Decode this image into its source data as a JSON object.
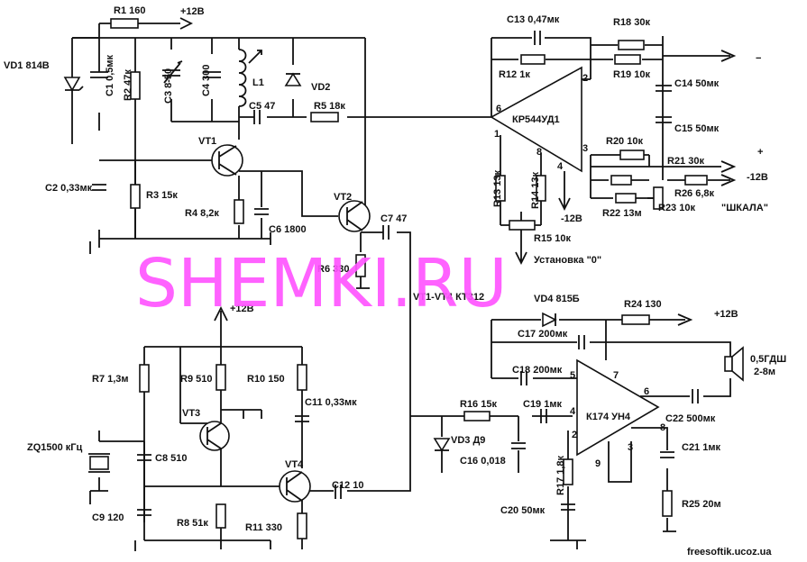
{
  "labels": {
    "r1": "R1 160",
    "v12_top": "+12В",
    "vd1": "VD1 814В",
    "c1": "C1 0,5мк",
    "r2": "R2 47к",
    "c3": "C3 8-50",
    "c4": "C4 300",
    "l1": "L1",
    "vd2": "VD2",
    "c5": "C5 47",
    "r5": "R5 18к",
    "vt1": "VT1",
    "c2": "C2 0,33мк",
    "r3": "R3 15к",
    "r4": "R4 8,2к",
    "c6": "C6 1800",
    "vt2": "VT2",
    "c7": "C7 47",
    "r6": "R6 330",
    "c13": "C13 0,47мк",
    "r18": "R18 30к",
    "r12": "R12 1к",
    "r19": "R19 10к",
    "c14": "C14 50мк",
    "c15": "C15 50мк",
    "r20": "R20 10к",
    "r21": "R21 30к",
    "minus12": "-12В",
    "r26": "R26 6,8к",
    "r22": "R22 13м",
    "r23": "R23 10к",
    "shkala": "\"ШКАЛА\"",
    "opamp": "КР544УД1",
    "pin6": "6",
    "pin2": "2",
    "pin1": "1",
    "pin8": "8",
    "pin3": "3",
    "pin4": "4",
    "r13": "R13 13к",
    "r14": "R14 13к",
    "minus12b": "-12В",
    "r15": "R15 10к",
    "zero": "Установка \"0\"",
    "minus_sign": "−",
    "plus_sign": "+",
    "vt_type": "VT1-VT4 КТ312",
    "vd4": "VD4 815Б",
    "r24": "R24 130",
    "v12_right": "+12В",
    "c17": "C17 200мк",
    "spk": "0,5ГДШ",
    "spk_ohm": "2-8м",
    "c18": "C18 200мк",
    "amp": "К174 УН4",
    "apin5": "5",
    "apin7": "7",
    "apin6": "6",
    "apin4": "4",
    "apin8": "8",
    "apin2": "2",
    "apin3": "3",
    "apin9": "9",
    "c22": "C22 500мк",
    "r16": "R16 15к",
    "c19": "C19 1мк",
    "vd3": "VD3 Д9",
    "c16": "C16 0,018",
    "c21": "C21 1мк",
    "r17": "R17 1,8к",
    "c20": "C20 50мк",
    "r25": "R25 20м",
    "v12_mid": "+12В",
    "r7": "R7 1,3м",
    "r9": "R9 510",
    "r10": "R10 150",
    "c11": "C11 0,33мк",
    "vt3": "VT3",
    "zq1": "ZQ1500 кГц",
    "c8": "C8 510",
    "vt4": "VT4",
    "c12": "C12 10",
    "c9": "C9 120",
    "r8": "R8 51к",
    "r11": "R11 330",
    "watermark": "SHEMKI.RU",
    "site": "freesoftik.ucoz.ua"
  }
}
